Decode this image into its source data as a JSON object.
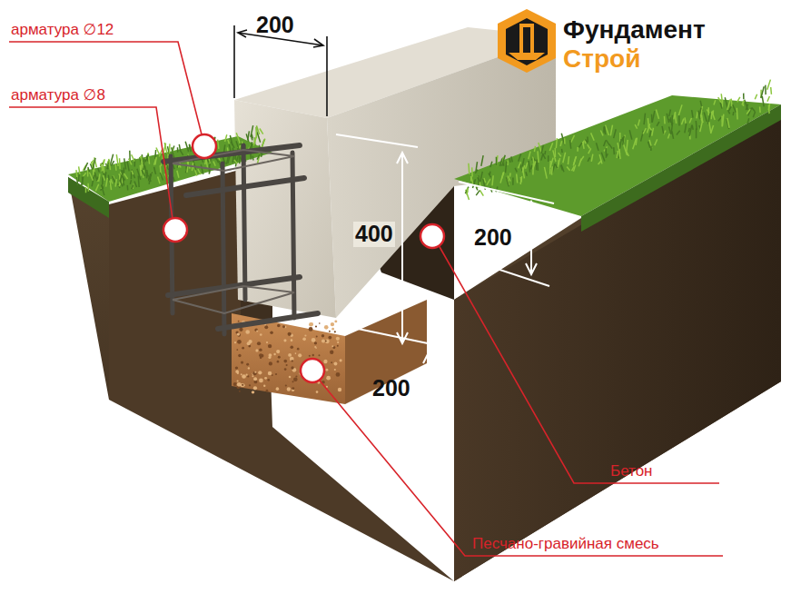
{
  "diagram": {
    "labels": [
      "арматура ∅12",
      "арматура ∅8",
      "200",
      "400",
      "200",
      "200",
      "Бетон",
      "Песчано-гравийная смесь",
      "Фундамент",
      "Строй"
    ]
  }
}
